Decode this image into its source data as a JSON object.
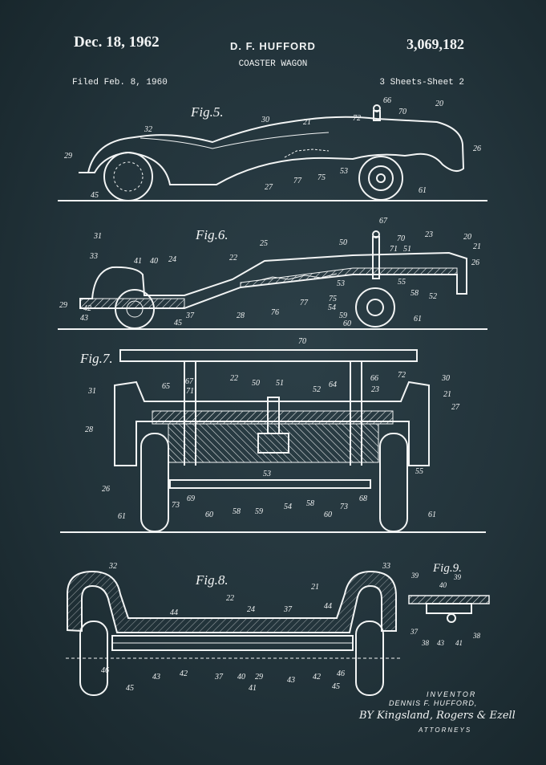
{
  "header": {
    "date": "Dec. 18, 1962",
    "inventor": "D. F. HUFFORD",
    "title": "COASTER WAGON",
    "patent_number": "3,069,182",
    "filed": "Filed Feb. 8, 1960",
    "sheets": "3 Sheets-Sheet 2"
  },
  "figures": {
    "fig5": "Fig.5.",
    "fig6": "Fig.6.",
    "fig7": "Fig.7.",
    "fig8": "Fig.8.",
    "fig9": "Fig.9."
  },
  "signature": {
    "label": "INVENTOR",
    "name": "DENNIS F. HUFFORD,",
    "by": "BY Kingsland, Rogers & Ezell",
    "attorneys": "ATTORNEYS"
  },
  "labels": {
    "fig5": [
      "66",
      "70",
      "72",
      "20",
      "30",
      "21",
      "32",
      "29",
      "26",
      "77",
      "75",
      "53",
      "27",
      "45",
      "61"
    ],
    "fig6": [
      "67",
      "20",
      "70",
      "71",
      "23",
      "50",
      "51",
      "21",
      "31",
      "25",
      "33",
      "41",
      "40",
      "24",
      "22",
      "26",
      "53",
      "55",
      "58",
      "52",
      "29",
      "42",
      "43",
      "37",
      "45",
      "76",
      "77",
      "75",
      "54",
      "59",
      "60",
      "28",
      "61"
    ],
    "fig7": [
      "70",
      "30",
      "67",
      "66",
      "22",
      "65",
      "50",
      "51",
      "71",
      "64",
      "72",
      "23",
      "52",
      "31",
      "21",
      "28",
      "27",
      "53",
      "55",
      "26",
      "73",
      "69",
      "60",
      "58",
      "59",
      "54",
      "58",
      "60",
      "73",
      "68",
      "61",
      "61"
    ],
    "fig8": [
      "32",
      "33",
      "21",
      "22",
      "24",
      "44",
      "37",
      "44",
      "46",
      "43",
      "42",
      "37",
      "40",
      "29",
      "43",
      "42",
      "46",
      "41",
      "45",
      "45"
    ],
    "fig9": [
      "39",
      "40",
      "39",
      "37",
      "38",
      "43",
      "41",
      "38"
    ]
  }
}
